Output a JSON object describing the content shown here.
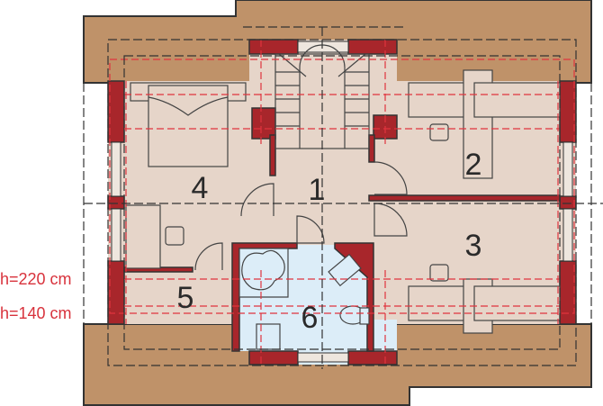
{
  "plan": {
    "rooms": [
      {
        "id": "1",
        "label": "1"
      },
      {
        "id": "2",
        "label": "2"
      },
      {
        "id": "3",
        "label": "3"
      },
      {
        "id": "4",
        "label": "4"
      },
      {
        "id": "5",
        "label": "5"
      },
      {
        "id": "6",
        "label": "6"
      }
    ],
    "height_lines": [
      {
        "label": "h=220 cm"
      },
      {
        "label": "h=140 cm"
      }
    ]
  },
  "colors": {
    "roof": "#bf9269",
    "wall": "#a8262b",
    "floor": "#e6d5c9",
    "bathroom": "#dcedf8",
    "height_line": "#e0343e",
    "outline": "#333333"
  }
}
